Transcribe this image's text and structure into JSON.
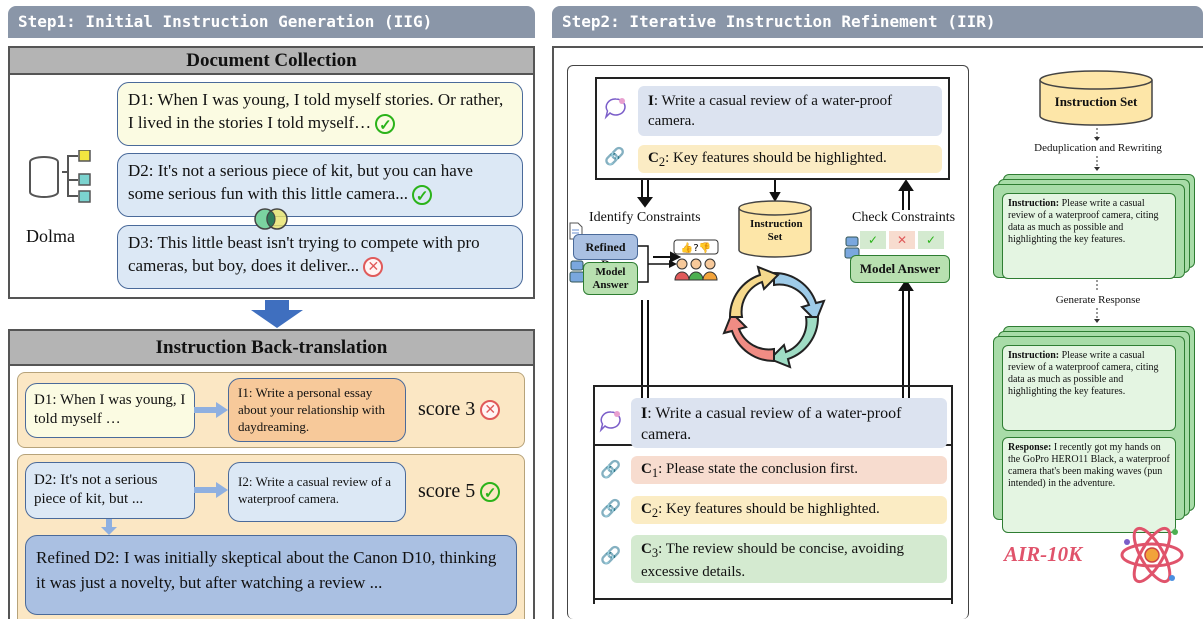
{
  "step1": {
    "title": "Step1: Initial Instruction Generation (IIG)",
    "doc_collection": "Document Collection",
    "dolma": "Dolma",
    "docs": [
      "D1: When I was young, I told myself stories. Or rather, I lived in the stories I told myself…",
      "D2: It's not a serious piece of kit, but you can have some serious fun with this little camera...",
      "D3: This little beast isn't trying to compete with pro cameras, but boy, does it deliver..."
    ],
    "backtrans": "Instruction Back-translation",
    "bt1_doc": "D1: When I was young, I told  myself …",
    "bt1_instr": "I1: Write a personal essay about your relationship with daydreaming.",
    "bt1_score": "score 3",
    "bt2_doc": "D2: It's not a serious piece of kit, but  ...",
    "bt2_instr": "I2: Write a casual review of a waterproof camera.",
    "bt2_score": "score 5",
    "refined": "Refined D2: I was initially skeptical about the Canon D10, thinking it was just a novelty, but after watching a review ..."
  },
  "step2": {
    "title": "Step2: Iterative Instruction Refinement (IIR)",
    "top_instr_label": "I",
    "top_instr": ": Write a casual review of a water-proof camera.",
    "top_c_label": "C",
    "top_c_sub": "2",
    "top_c": ": Key features should be highlighted.",
    "identify": "Identify Constraints",
    "check": "Check Constraints",
    "instruction_set_mid": "Instruction Set",
    "refined_d": "Refined D",
    "model_answer": "Model Answer",
    "bottom_instr_label": "I",
    "bottom_instr": ": Write a casual review of a water-proof camera.",
    "constraints": [
      {
        "label": "C",
        "sub": "1",
        "text": ": Please state the conclusion first.",
        "color": "#f7dccf"
      },
      {
        "label": "C",
        "sub": "2",
        "text": ": Key features should be highlighted.",
        "color": "#fbecc4"
      },
      {
        "label": "C",
        "sub": "3",
        "text": ": The review should be concise, avoiding excessive details.",
        "color": "#d4ead0"
      }
    ],
    "right": {
      "instruction_set": "Instruction Set",
      "dedup": "Deduplication and Rewriting",
      "instr1_label": "Instruction:",
      "instr1": " Please write a casual review of a waterproof camera, citing data as much as possible and highlighting the key features.",
      "gen": "Generate Response",
      "instr2_label": "Instruction:",
      "instr2": " Please write a casual review of a waterproof camera, citing data as much as possible and highlighting the key features.",
      "resp_label": "Response:",
      "resp": " I recently got my hands on the GoPro HERO11 Black, a waterproof camera that's been making waves  (pun intended) in the adventure.",
      "dataset": "AIR-10K"
    }
  }
}
